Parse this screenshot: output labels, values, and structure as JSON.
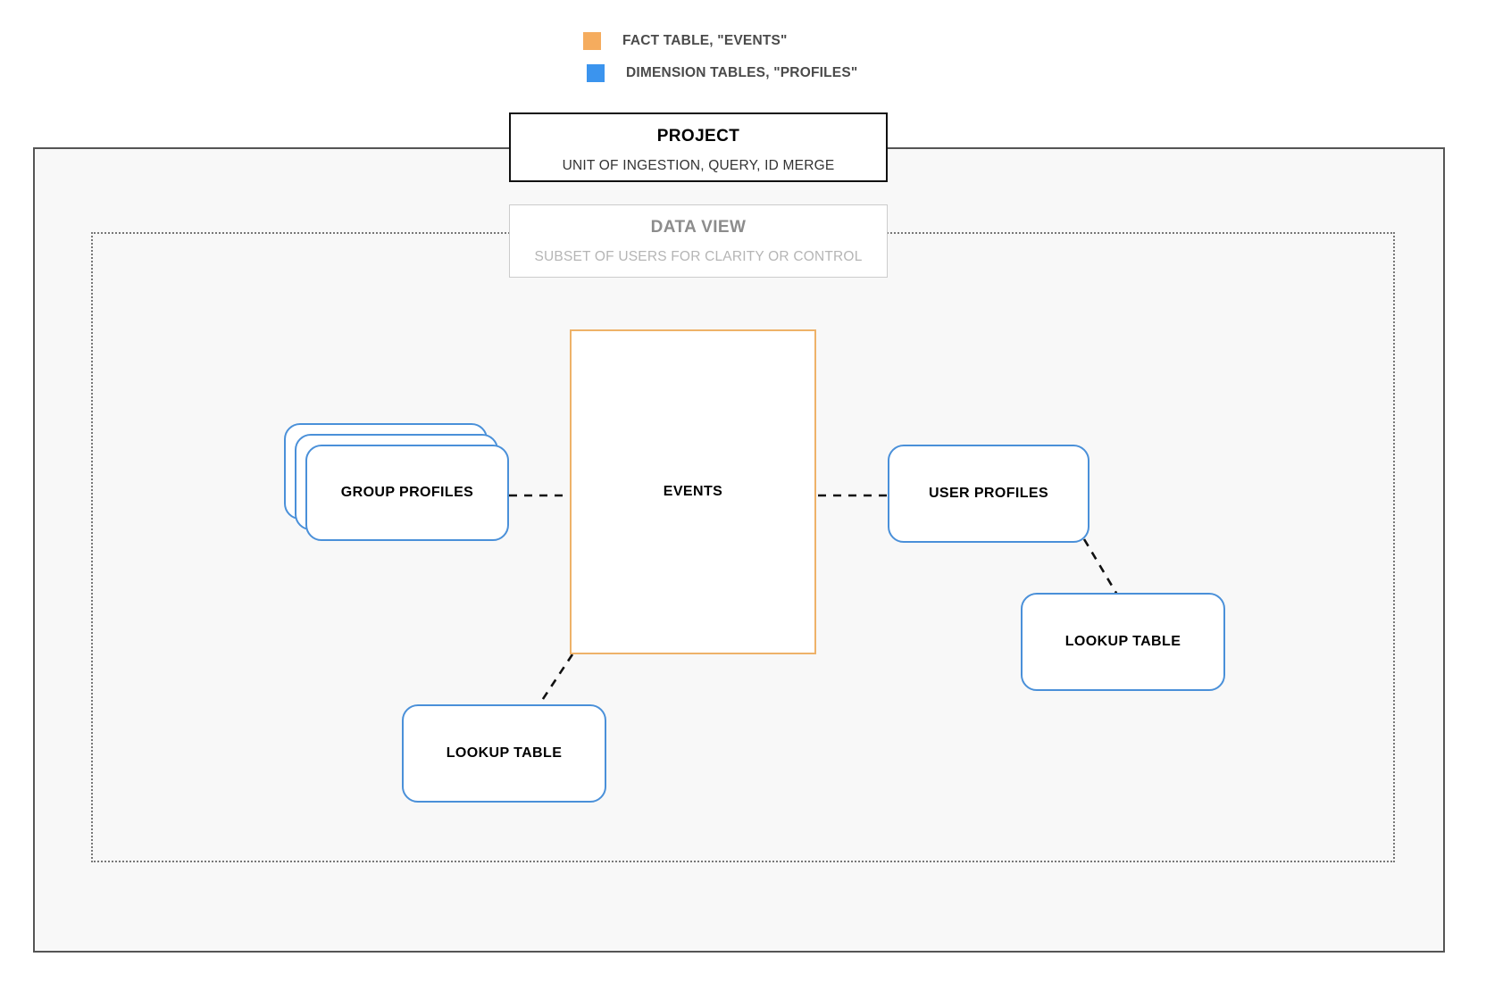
{
  "legend": {
    "items": [
      {
        "label": "FACT TABLE, \"EVENTS\"",
        "color": "#f5ac5e",
        "icon": "square-swatch-icon"
      },
      {
        "label": "DIMENSION TABLES, \"PROFILES\"",
        "color": "#3b94ee",
        "icon": "square-swatch-icon"
      }
    ]
  },
  "project": {
    "title": "PROJECT",
    "subtitle": "UNIT OF INGESTION, QUERY, ID MERGE"
  },
  "data_view": {
    "title": "DATA VIEW",
    "subtitle": "SUBSET OF USERS FOR CLARITY OR CONTROL"
  },
  "nodes": {
    "group_profiles": {
      "label": "GROUP PROFILES",
      "type": "dimension",
      "color": "#4a90d9",
      "stacked": true
    },
    "events": {
      "label": "EVENTS",
      "type": "fact",
      "color": "#eeb269"
    },
    "user_profiles": {
      "label": "USER PROFILES",
      "type": "dimension",
      "color": "#4a90d9"
    },
    "lookup_table_left": {
      "label": "LOOKUP TABLE",
      "type": "dimension",
      "color": "#4a90d9"
    },
    "lookup_table_right": {
      "label": "LOOKUP TABLE",
      "type": "dimension",
      "color": "#4a90d9"
    }
  },
  "connections": [
    {
      "from": "group_profiles",
      "to": "events",
      "style": "dashed"
    },
    {
      "from": "events",
      "to": "user_profiles",
      "style": "dashed"
    },
    {
      "from": "events",
      "to": "lookup_table_left",
      "style": "dashed"
    },
    {
      "from": "user_profiles",
      "to": "lookup_table_right",
      "style": "dashed"
    }
  ],
  "colors": {
    "fact": "#eeb269",
    "dimension": "#4a90d9",
    "project_border": "#111111",
    "data_view_border": "#cccccc",
    "frame_border": "#555555",
    "frame_fill": "#f8f8f8",
    "connector": "#111111"
  }
}
